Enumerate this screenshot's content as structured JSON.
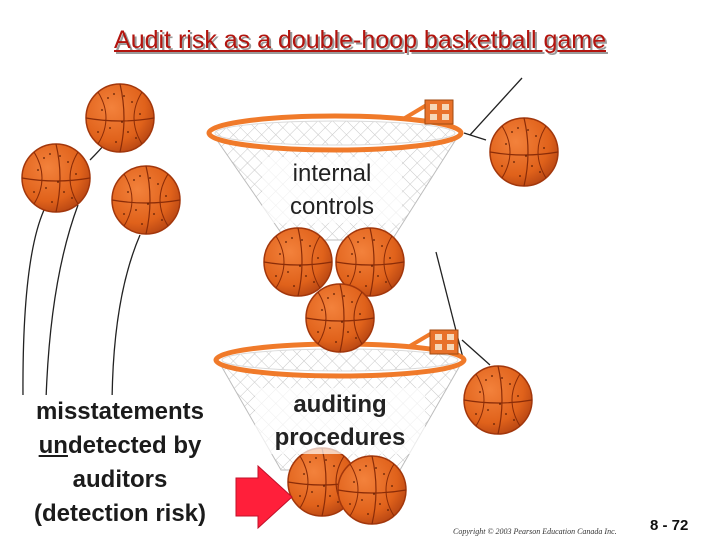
{
  "title": "Audit risk as a double-hoop basketball game",
  "hoop1": {
    "label_line1": "internal",
    "label_line2": "controls"
  },
  "hoop2": {
    "label_line1": "auditing",
    "label_line2": "procedures"
  },
  "risk_box": {
    "line1": "misstatements",
    "line2_underlined": "un",
    "line2_rest": "detected by",
    "line3": "auditors",
    "line4": "(detection risk)"
  },
  "footer": {
    "copyright": "Copyright © 2003 Pearson Education Canada Inc.",
    "slide_number": "8 - 72"
  },
  "colors": {
    "title": "#b3140e",
    "ball": "#e0621b",
    "ball_dark": "#a2370c",
    "rim": "#f07a2a",
    "arrow": "#ff1f3a"
  }
}
